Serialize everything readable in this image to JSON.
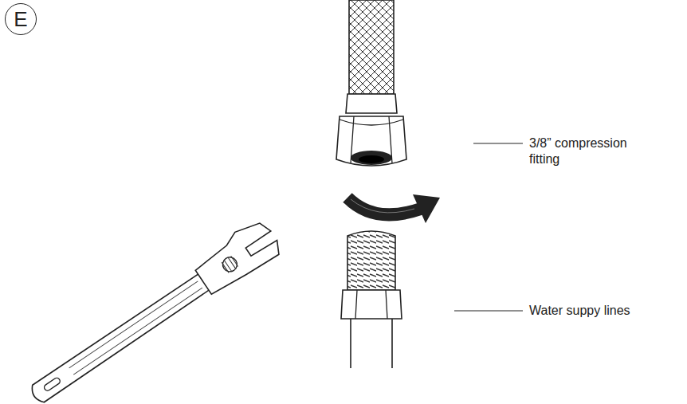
{
  "diagram": {
    "nodes": [
      {
        "text": [
          "E"
        ]
      }
    ],
    "labels": [
      "3/8” compression fitting",
      "Water suppy lines"
    ]
  }
}
